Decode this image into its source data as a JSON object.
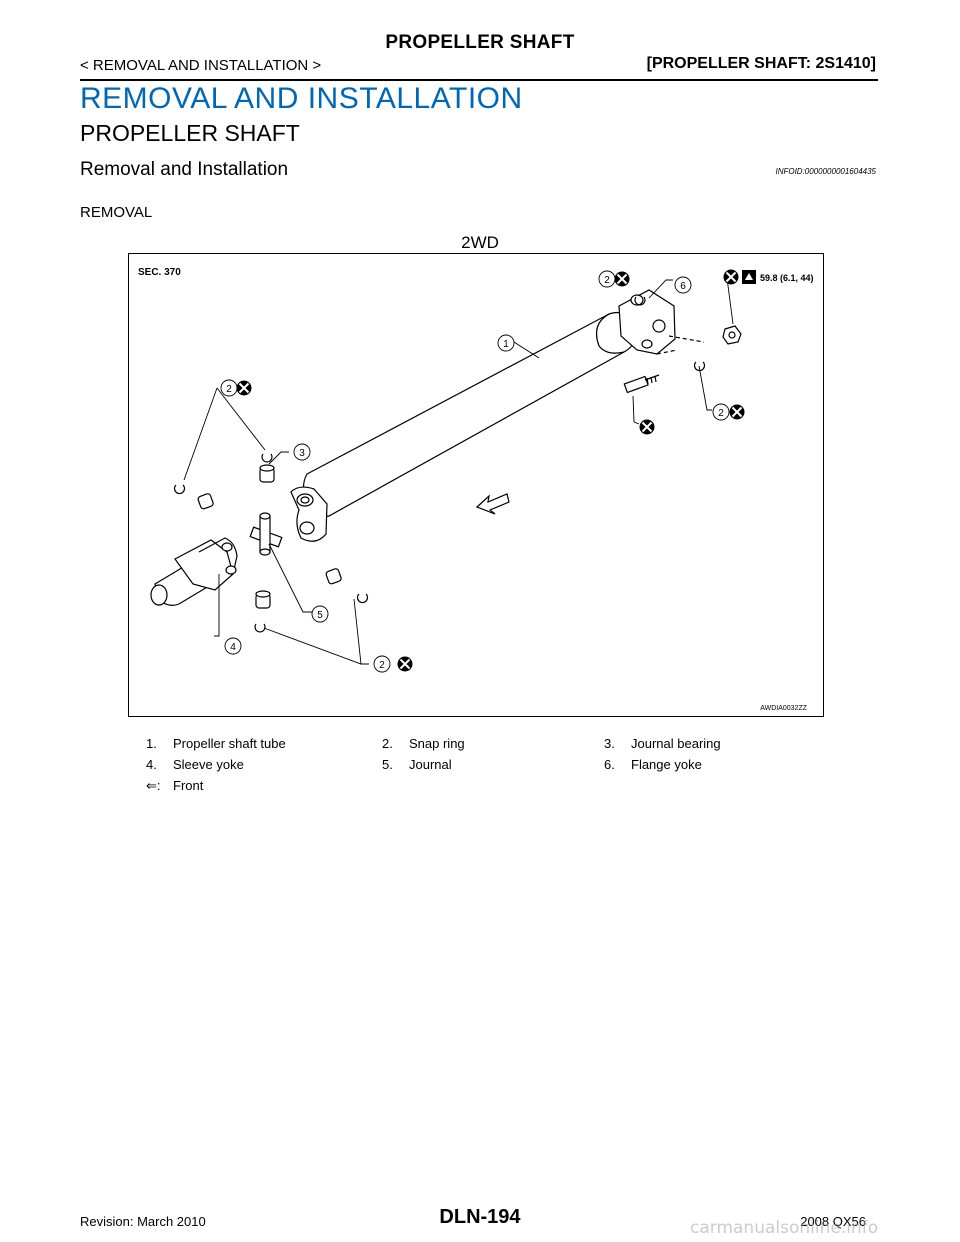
{
  "header": {
    "title": "PROPELLER SHAFT",
    "breadcrumb": "< REMOVAL AND INSTALLATION >",
    "model_tag": "[PROPELLER SHAFT: 2S1410]"
  },
  "content": {
    "main_title": "REMOVAL AND INSTALLATION",
    "section_title": "PROPELLER SHAFT",
    "subsection_title": "Removal and Installation",
    "info_id": "INFOID:0000000001604435",
    "removal_heading": "REMOVAL",
    "figure_heading": "2WD"
  },
  "figure": {
    "section_label": "SEC. 370",
    "torque_label": "59.8 (6.1, 44)",
    "figure_id": "AWDIA0032ZZ",
    "callouts": [
      "1",
      "2",
      "3",
      "4",
      "5",
      "6"
    ]
  },
  "legend": [
    {
      "num": "1.",
      "text": "Propeller shaft tube"
    },
    {
      "num": "2.",
      "text": "Snap ring"
    },
    {
      "num": "3.",
      "text": "Journal bearing"
    },
    {
      "num": "4.",
      "text": "Sleeve yoke"
    },
    {
      "num": "5.",
      "text": "Journal"
    },
    {
      "num": "6.",
      "text": "Flange yoke"
    },
    {
      "num": "⇐:",
      "text": "Front"
    }
  ],
  "footer": {
    "revision": "Revision: March 2010",
    "page_code": "DLN-194",
    "vehicle": "2008 QX56",
    "watermark": "carmanualsonline.info"
  }
}
